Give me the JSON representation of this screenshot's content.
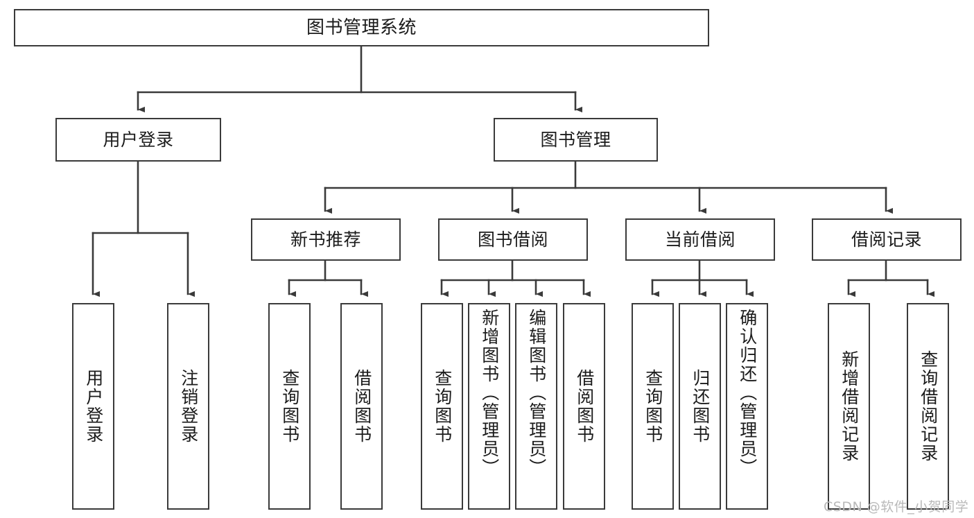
{
  "diagram": {
    "type": "tree-hierarchy-chart",
    "title": "图书管理系统",
    "watermark": "CSDN @软件_小贺同学",
    "colors": {
      "stroke": "#3a3a3a",
      "fill": "#ffffff",
      "text": "#1b1b1b",
      "watermark": "#b9b9b9"
    },
    "nodes": {
      "root": {
        "label": "图书管理系统"
      },
      "level2": [
        {
          "id": "user-login",
          "label": "用户登录"
        },
        {
          "id": "book-manage",
          "label": "图书管理"
        }
      ],
      "level3": [
        {
          "id": "new-book-recommend",
          "label": "新书推荐"
        },
        {
          "id": "book-borrow",
          "label": "图书借阅"
        },
        {
          "id": "current-borrow",
          "label": "当前借阅"
        },
        {
          "id": "borrow-record",
          "label": "借阅记录"
        }
      ],
      "leaves": {
        "user_login": [
          {
            "id": "leaf-user-login",
            "label": "用户登录"
          },
          {
            "id": "leaf-logout-login",
            "label": "注销登录"
          }
        ],
        "new_book_recommend": [
          {
            "id": "leaf-query-book-1",
            "label": "查询图书"
          },
          {
            "id": "leaf-borrow-book-1",
            "label": "借阅图书"
          }
        ],
        "book_borrow": [
          {
            "id": "leaf-query-book-2",
            "label": "查询图书"
          },
          {
            "id": "leaf-add-book-admin",
            "label": "新增图书（管理员）"
          },
          {
            "id": "leaf-edit-book-admin",
            "label": "编辑图书（管理员）"
          },
          {
            "id": "leaf-borrow-book-2",
            "label": "借阅图书"
          }
        ],
        "current_borrow": [
          {
            "id": "leaf-query-book-3",
            "label": "查询图书"
          },
          {
            "id": "leaf-return-book",
            "label": "归还图书"
          },
          {
            "id": "leaf-confirm-return-admin",
            "label": "确认归还（管理员）"
          }
        ],
        "borrow_record": [
          {
            "id": "leaf-add-borrow-record",
            "label": "新增借阅记录"
          },
          {
            "id": "leaf-query-borrow-record",
            "label": "查询借阅记录"
          }
        ]
      }
    }
  }
}
